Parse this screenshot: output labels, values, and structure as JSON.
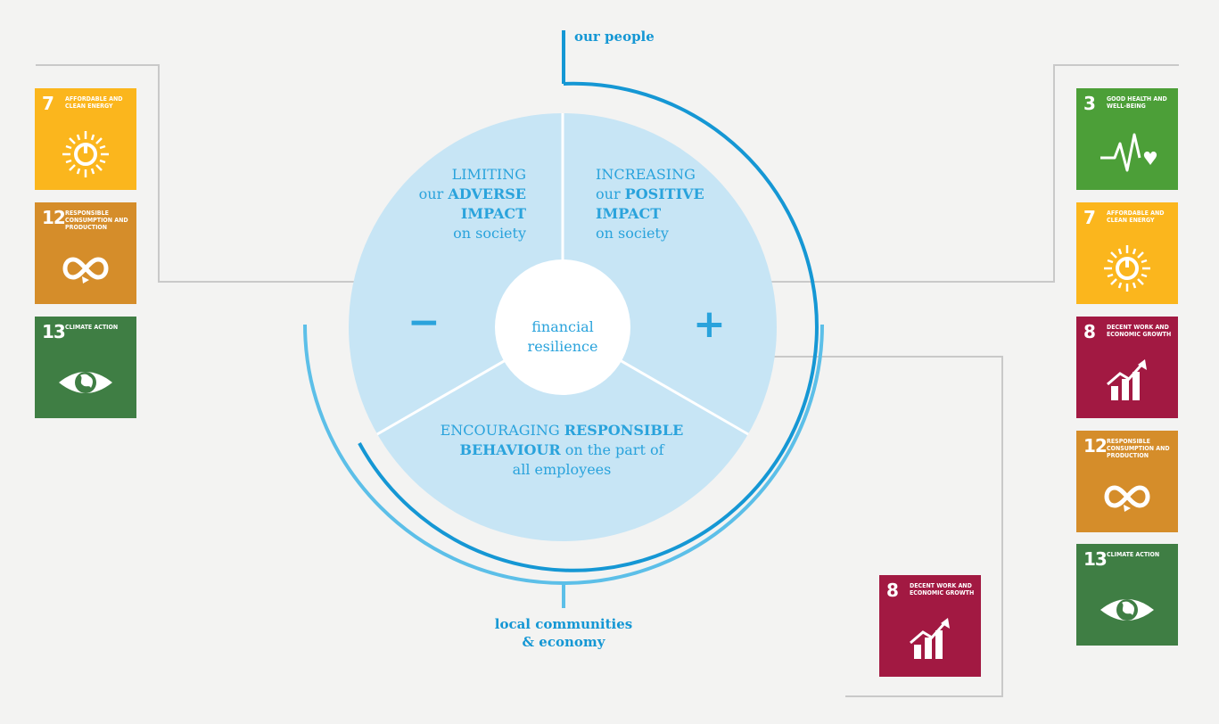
{
  "diagram": {
    "center_label": [
      "financial",
      "resilience"
    ],
    "segments": {
      "limiting": {
        "line1": "LIMITING",
        "line2_pre": "our ",
        "line2_bold": "ADVERSE",
        "line3_bold": "IMPACT",
        "line4": "on society"
      },
      "increasing": {
        "line1": "INCREASING",
        "line2_pre": "our ",
        "line2_bold": "POSITIVE",
        "line3_bold": "IMPACT",
        "line4": "on society"
      },
      "encouraging": {
        "line1_pre": "ENCOURAGING ",
        "line1_bold": "RESPONSIBLE",
        "line2_bold": "BEHAVIOUR",
        "line2_post": " on the part of",
        "line3": "all employees"
      }
    },
    "minus_sign": "−",
    "plus_sign": "+",
    "outer_labels": {
      "top": "our people",
      "bottom": [
        "local communities",
        "& economy"
      ]
    }
  },
  "colors": {
    "background": "#f3f3f2",
    "circle_fill": "#c7e5f5",
    "accent": "#2aa3dc",
    "arc_dark": "#1597d4",
    "arc_light": "#5cbfe8",
    "connector": "#c9c9c9"
  },
  "sdg_cards": {
    "left": [
      {
        "number": "7",
        "title": "Affordable and clean energy",
        "color": "#fbb61d",
        "icon": "sun-power-icon"
      },
      {
        "number": "12",
        "title": "Responsible consumption and production",
        "color": "#d58d2a",
        "icon": "infinity-icon"
      },
      {
        "number": "13",
        "title": "Climate action",
        "color": "#3f7e44",
        "icon": "eye-globe-icon"
      }
    ],
    "right": [
      {
        "number": "3",
        "title": "Good health and well-being",
        "color": "#4c9f38",
        "icon": "heartbeat-icon"
      },
      {
        "number": "7",
        "title": "Affordable and clean energy",
        "color": "#fbb61d",
        "icon": "sun-power-icon"
      },
      {
        "number": "8",
        "title": "Decent work and economic growth",
        "color": "#a21942",
        "icon": "growth-chart-icon"
      },
      {
        "number": "12",
        "title": "Responsible consumption and production",
        "color": "#d58d2a",
        "icon": "infinity-icon"
      },
      {
        "number": "13",
        "title": "Climate action",
        "color": "#3f7e44",
        "icon": "eye-globe-icon"
      }
    ],
    "bottom": [
      {
        "number": "8",
        "title": "Decent work and economic growth",
        "color": "#a21942",
        "icon": "growth-chart-icon"
      }
    ]
  }
}
